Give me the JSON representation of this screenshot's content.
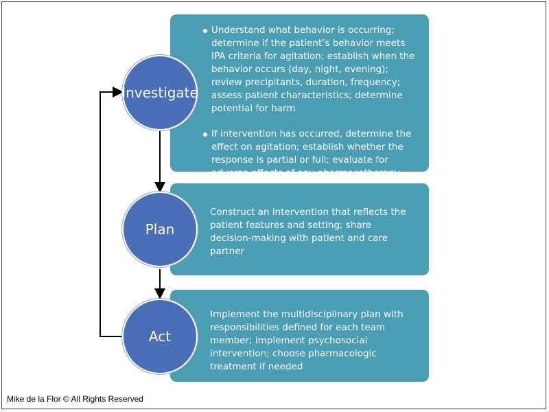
{
  "steps": [
    {
      "label": "Investigate",
      "bullets": [
        "Understand what behavior is occurring; determine if the patient’s behavior meets IPA criteria for agitation; establish when the behavior occurs (day, night, evening); review precipitants, duration, frequency; assess patient characteristics; determine potential for harm",
        "If intervention has occurred, determine the effect on agitation; establish whether the response is partial or full; evaluate for adverse effects of any pharmacotherapy"
      ]
    },
    {
      "label": "Plan",
      "text": "Construct an intervention that reflects the patient features and setting; share decision-making with patient and care partner"
    },
    {
      "label": "Act",
      "text": "Implement the multidisciplinary plan with responsibilities defined for each team member; implement psychosocial intervention; choose pharmacologic treatment if needed"
    }
  ],
  "credit": "Mike de la Flor © All Rights Reserved",
  "colors": {
    "panel": "#4b9db3",
    "circle": "#4a6eb8",
    "arrow": "#000000"
  }
}
